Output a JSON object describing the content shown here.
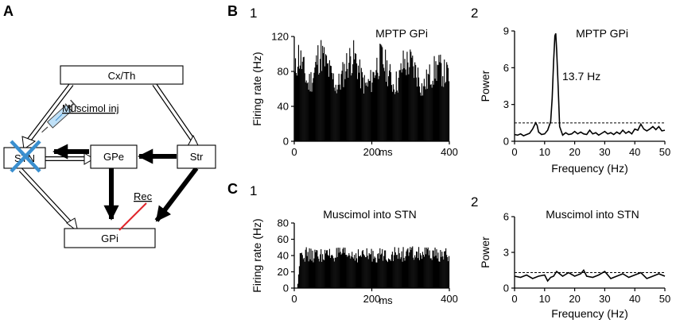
{
  "panels": {
    "A": "A",
    "B": "B",
    "C": "C",
    "sub1": "1",
    "sub2": "2"
  },
  "diagram": {
    "nodes": {
      "cxth": "Cx/Th",
      "stn": "STN",
      "gpe": "GPe",
      "str": "Str",
      "gpi": "GPi"
    },
    "annotations": {
      "muscimol": "Muscimol inj",
      "rec": "Rec"
    },
    "colors": {
      "muscimol": "#3a8fcf",
      "rec": "#e0262b",
      "cross": "#3a8fcf",
      "syringe": "#bfe0f7"
    }
  },
  "chart_data": [
    {
      "id": "B1",
      "type": "bar",
      "title": "MPTP GPi",
      "xlabel": "",
      "x_unit_label": "ms",
      "ylabel": "Firing rate (Hz)",
      "xlim": [
        0,
        400
      ],
      "ylim": [
        0,
        120
      ],
      "xticks": [
        0,
        200,
        400
      ],
      "yticks": [
        0,
        40,
        80,
        120
      ],
      "bin_ms": 2,
      "envelope": {
        "x": [
          0,
          10,
          20,
          35,
          50,
          60,
          70,
          90,
          110,
          120,
          135,
          150,
          160,
          170,
          185,
          200,
          210,
          225,
          240,
          255,
          270,
          280,
          300,
          320,
          330,
          345,
          360,
          370,
          385,
          400
        ],
        "y": [
          72,
          100,
          88,
          65,
          75,
          95,
          100,
          80,
          62,
          70,
          88,
          97,
          92,
          75,
          62,
          70,
          85,
          95,
          82,
          65,
          70,
          88,
          90,
          75,
          60,
          72,
          80,
          85,
          78,
          75
        ]
      }
    },
    {
      "id": "B2",
      "type": "line",
      "title": "MPTP GPi",
      "xlabel": "Frequency (Hz)",
      "ylabel": "Power",
      "xlim": [
        0,
        50
      ],
      "ylim": [
        0,
        9
      ],
      "xticks": [
        0,
        10,
        20,
        30,
        40,
        50
      ],
      "yticks": [
        0,
        3,
        6,
        9
      ],
      "threshold": 1.5,
      "annotation": "13.7 Hz",
      "x": [
        0,
        1,
        2,
        3,
        4,
        5,
        6,
        7,
        7.5,
        8,
        9,
        10,
        11,
        12,
        12.5,
        13,
        13.4,
        13.7,
        14,
        14.5,
        15,
        16,
        17,
        18,
        19,
        20,
        21,
        22,
        23,
        24,
        25,
        26,
        27,
        28,
        29,
        30,
        31,
        32,
        33,
        34,
        35,
        36,
        37,
        38,
        39,
        40,
        41,
        42,
        43,
        44,
        45,
        46,
        47,
        48,
        49,
        50
      ],
      "y": [
        0.55,
        0.5,
        0.6,
        0.45,
        0.55,
        0.65,
        1.0,
        1.5,
        1.3,
        0.75,
        0.55,
        0.6,
        0.9,
        1.6,
        3.5,
        6.5,
        8.6,
        8.8,
        7.5,
        4.5,
        1.2,
        0.5,
        0.7,
        0.55,
        0.6,
        0.8,
        0.6,
        0.75,
        0.6,
        0.55,
        0.9,
        0.6,
        0.7,
        0.5,
        0.65,
        0.8,
        0.6,
        0.7,
        0.55,
        0.75,
        0.6,
        0.9,
        0.65,
        0.8,
        0.6,
        1.0,
        0.9,
        1.4,
        1.0,
        0.85,
        1.0,
        1.2,
        0.95,
        1.2,
        0.85,
        0.9
      ]
    },
    {
      "id": "C1",
      "type": "bar",
      "title": "Muscimol into STN",
      "xlabel": "",
      "x_unit_label": "ms",
      "ylabel": "Firing rate (Hz)",
      "xlim": [
        0,
        400
      ],
      "ylim": [
        0,
        80
      ],
      "xticks": [
        0,
        200,
        400
      ],
      "yticks": [
        0,
        20,
        40,
        60,
        80
      ],
      "bin_ms": 2,
      "envelope": {
        "x": [
          0,
          8,
          12,
          15,
          18,
          25,
          40,
          100,
          200,
          300,
          400
        ],
        "y": [
          0,
          0,
          20,
          55,
          45,
          42,
          40,
          41,
          40,
          42,
          40
        ]
      }
    },
    {
      "id": "C2",
      "type": "line",
      "title": "Muscimol into STN",
      "xlabel": "Frequency (Hz)",
      "ylabel": "Power",
      "xlim": [
        0,
        50
      ],
      "ylim": [
        0,
        6
      ],
      "xticks": [
        0,
        10,
        20,
        30,
        40,
        50
      ],
      "yticks": [
        0,
        3,
        6
      ],
      "threshold": 1.3,
      "x": [
        0,
        2,
        4,
        6,
        8,
        10,
        11,
        12,
        13,
        14,
        15,
        16,
        18,
        20,
        22,
        23,
        24,
        26,
        28,
        30,
        32,
        34,
        36,
        38,
        40,
        42,
        44,
        46,
        48,
        50
      ],
      "y": [
        1.0,
        0.9,
        1.1,
        0.8,
        1.0,
        1.1,
        0.6,
        0.9,
        1.0,
        1.4,
        1.2,
        1.0,
        1.3,
        1.0,
        1.2,
        1.5,
        1.0,
        0.9,
        1.1,
        1.4,
        0.8,
        1.0,
        1.2,
        0.9,
        1.1,
        1.3,
        0.8,
        1.0,
        1.2,
        1.0
      ]
    }
  ]
}
